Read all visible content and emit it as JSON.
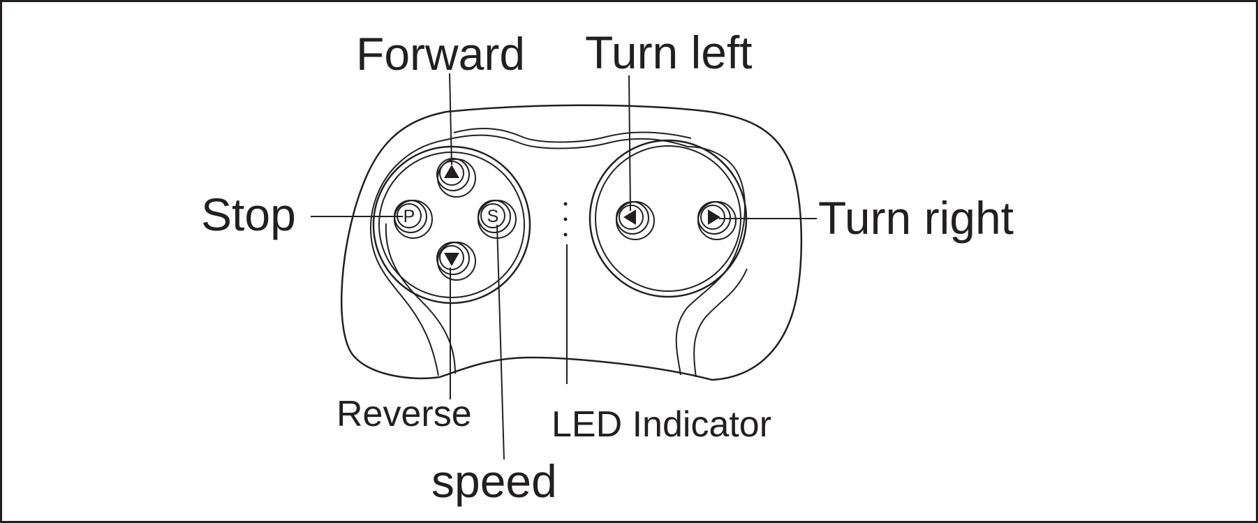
{
  "labels": {
    "forward": "Forward",
    "turn_left": "Turn left",
    "stop": "Stop",
    "turn_right": "Turn right",
    "reverse": "Reverse",
    "led_indicator": "LED Indicator",
    "speed": "speed"
  },
  "buttons": {
    "stop_letter": "P",
    "speed_letter": "S"
  },
  "colors": {
    "ink": "#231f20",
    "background": "#ffffff"
  },
  "icons": [
    "up-arrow-icon",
    "down-arrow-icon",
    "left-arrow-icon",
    "right-arrow-icon"
  ]
}
